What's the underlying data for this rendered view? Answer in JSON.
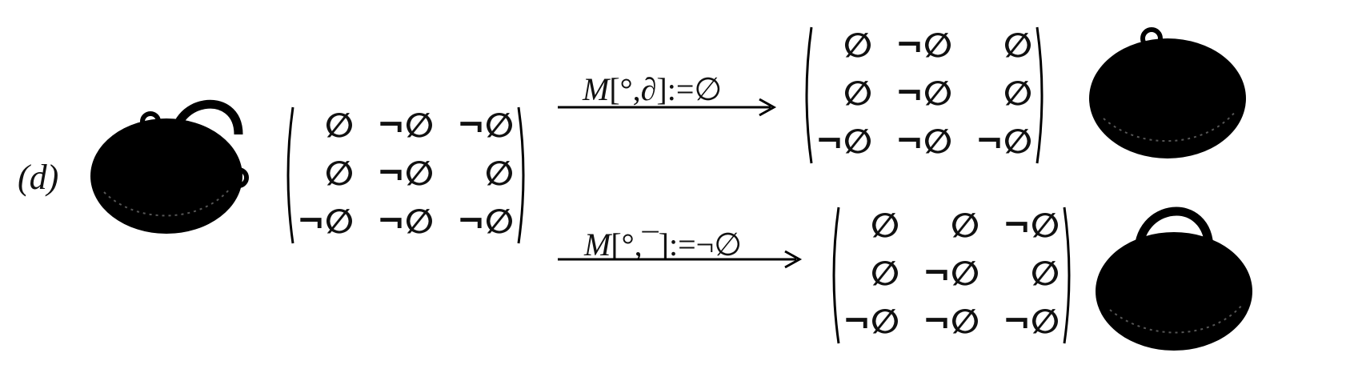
{
  "panel_label": "(d)",
  "source_matrix": {
    "rows": [
      [
        "∅",
        "¬∅",
        "¬∅"
      ],
      [
        "∅",
        "¬∅",
        "∅"
      ],
      [
        "¬∅",
        "¬∅",
        "¬∅"
      ]
    ]
  },
  "top_transform": {
    "label_italic": "M",
    "label_rest": "[°,∂]:=∅",
    "result_matrix": {
      "rows": [
        [
          "∅",
          "¬∅",
          "∅"
        ],
        [
          "∅",
          "¬∅",
          "∅"
        ],
        [
          "¬∅",
          "¬∅",
          "¬∅"
        ]
      ]
    }
  },
  "bottom_transform": {
    "label_italic": "M",
    "label_rest": "[°,¯]:=¬∅",
    "result_matrix": {
      "rows": [
        [
          "∅",
          "∅",
          "¬∅"
        ],
        [
          "∅",
          "¬∅",
          "∅"
        ],
        [
          "¬∅",
          "¬∅",
          "¬∅"
        ]
      ]
    }
  },
  "objects": {
    "source": "pot-with-handle-and-lugs",
    "top_result": "pot-with-top-lug",
    "bottom_result": "pot-with-handle"
  }
}
